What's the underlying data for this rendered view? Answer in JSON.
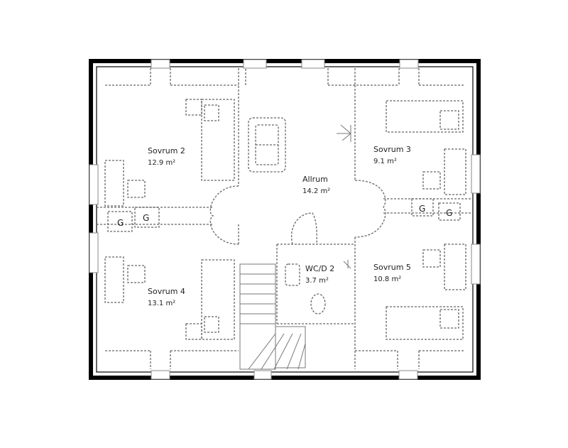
{
  "rooms": {
    "sovrum2": {
      "name": "Sovrum 2",
      "area": "12.9 m²"
    },
    "sovrum3": {
      "name": "Sovrum 3",
      "area": "9.1 m²"
    },
    "allrum": {
      "name": "Allrum",
      "area": "14.2 m²"
    },
    "sovrum4": {
      "name": "Sovrum 4",
      "area": "13.1 m²"
    },
    "sovrum5": {
      "name": "Sovrum 5",
      "area": "10.8 m²"
    },
    "wcd2": {
      "name": "WC/D 2",
      "area": "3.7 m²"
    }
  },
  "wardrobes": {
    "left_1": "G",
    "left_2": "G",
    "right_1": "G",
    "right_2": "G"
  }
}
